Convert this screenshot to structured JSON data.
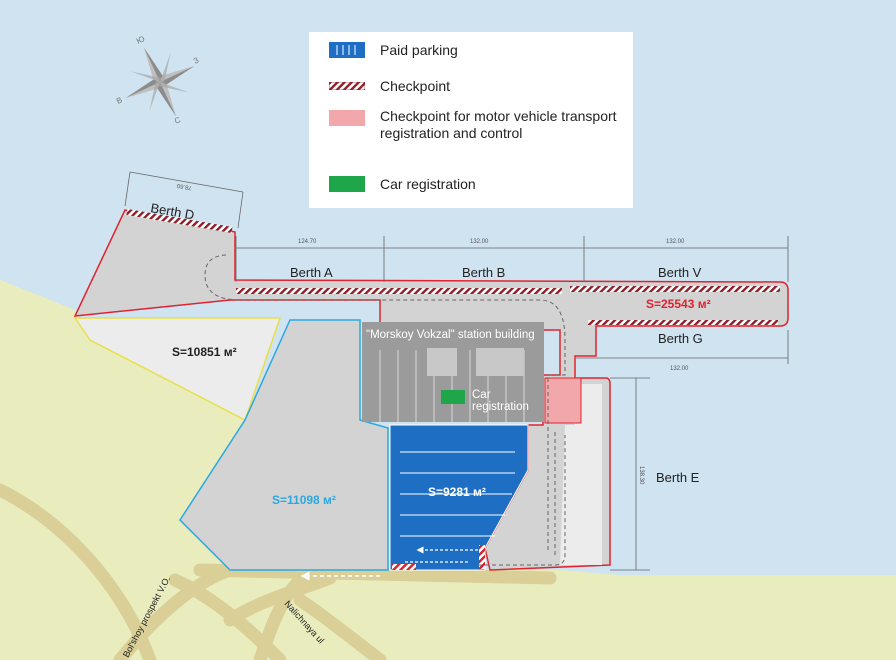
{
  "legend": {
    "paid_parking": "Paid parking",
    "checkpoint": "Checkpoint",
    "checkpoint_vehicle": "Checkpoint for motor vehicle transport registration and control",
    "car_registration": "Car registration"
  },
  "berths": {
    "a": "Berth A",
    "b": "Berth B",
    "v": "Berth V",
    "g": "Berth G",
    "d": "Berth D",
    "e": "Berth E"
  },
  "dimensions": {
    "d": "78.60",
    "a": "124.70",
    "b": "132.00",
    "v": "132.00",
    "g": "132.00",
    "e": "138.30"
  },
  "areas": {
    "red": "S=25543 м²",
    "yellow": "S=10851 м²",
    "cyan": "S=11098 м²",
    "blue": "S=9281 м²"
  },
  "building": "\"Morskoy Vokzal\" station building",
  "car_reg_line1": "Car",
  "car_reg_line2": "registration",
  "roads": {
    "bolshoy": "Bol'shoy prospekt V.O.",
    "nalichnaya": "Nalichnaya ul"
  },
  "compass": {
    "n": "Ю",
    "e": "З",
    "s": "С",
    "w": "В"
  },
  "colors": {
    "water": "#cfe3f1",
    "land": "#e9edbe",
    "paved": "#d3d3d3",
    "parking": "#1e6fc4",
    "checkpoint_vehicle": "#f2a8aa",
    "car_registration": "#1fa64b",
    "red_border": "#e0242f",
    "cyan_border": "#2aa9e0",
    "yellow_border": "#e8e04a"
  }
}
